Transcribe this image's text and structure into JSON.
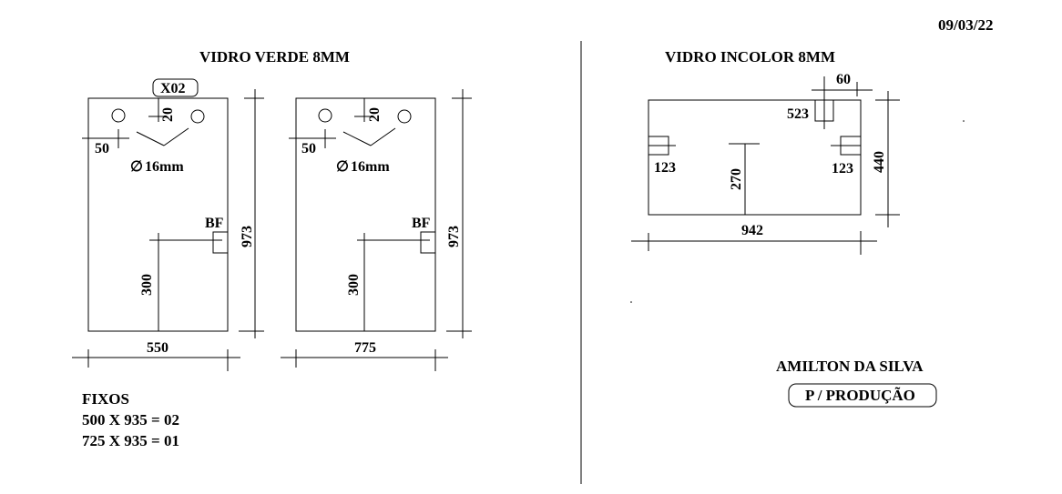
{
  "date": "09/03/22",
  "left_section": {
    "title": "VIDRO VERDE 8MM",
    "tag": "X02",
    "panel_a": {
      "hole_offset_top": "20",
      "hole_offset_side": "50",
      "hole_diameter": "16mm",
      "fitting": "BF",
      "fitting_height": "300",
      "height": "973",
      "width": "550"
    },
    "panel_b": {
      "hole_offset_top": "20",
      "hole_offset_side": "50",
      "hole_diameter": "16mm",
      "fitting": "BF",
      "fitting_height": "300",
      "height": "973",
      "width": "775"
    }
  },
  "fixos": {
    "heading": "FIXOS",
    "lines": [
      "500 X 935 = 02",
      "725 X 935 = 01"
    ]
  },
  "right_section": {
    "title": "VIDRO INCOLOR 8MM",
    "notch_width": "60",
    "notch_pos": "523",
    "left_notch": "123",
    "right_notch": "123",
    "center_mark": "270",
    "height": "440",
    "width": "942"
  },
  "signature": {
    "name": "AMILTON DA SILVA",
    "stamp": "P / PRODUÇÃO"
  },
  "diameter_symbol": "∅"
}
